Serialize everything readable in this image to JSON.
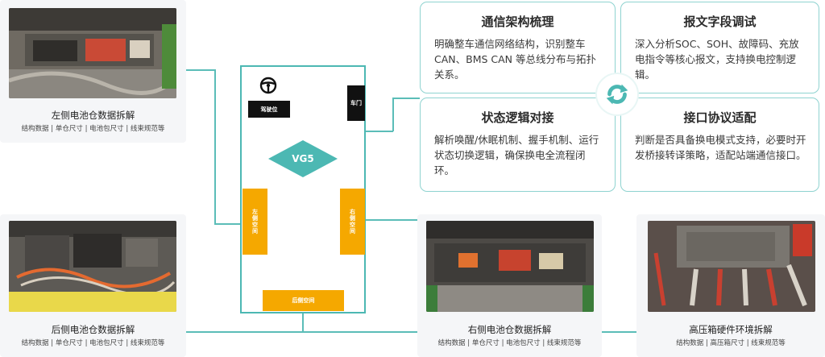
{
  "bays": {
    "left": {
      "title": "左侧电池仓数据拆解",
      "sub": "结构数据 | 单仓尺寸 | 电池包尺寸 | 线束规范等"
    },
    "rear": {
      "title": "后侧电池仓数据拆解",
      "sub": "结构数据 | 单仓尺寸 | 电池包尺寸 | 线束规范等"
    },
    "right": {
      "title": "右侧电池仓数据拆解",
      "sub": "结构数据 | 单仓尺寸 | 电池包尺寸 | 线束规范等"
    },
    "hv": {
      "title": "高压箱硬件环境拆解",
      "sub": "结构数据 | 高压箱尺寸 | 线束规范等"
    }
  },
  "vehicle": {
    "driver_seat": "驾驶位",
    "door": "车门",
    "core": "VG5",
    "left_space": "左侧空间",
    "right_space": "右侧空间",
    "rear_space": "后侧空间"
  },
  "cards": [
    {
      "title": "通信架构梳理",
      "desc": "明确整车通信网络结构，识别整车 CAN、BMS CAN 等总线分布与拓扑关系。"
    },
    {
      "title": "报文字段调试",
      "desc": "深入分析SOC、SOH、故障码、充放电指令等核心报文，支持换电控制逻辑。"
    },
    {
      "title": "状态逻辑对接",
      "desc": "解析唤醒/休眠机制、握手机制、运行状态切换逻辑，确保换电全流程闭环。"
    },
    {
      "title": "接口协议适配",
      "desc": "判断是否具备换电模式支持，必要时开发桥接转译策略，适配站端通信接口。"
    }
  ],
  "colors": {
    "accent": "#4cb8b3",
    "orange": "#f5a800",
    "border": "#8fd3d0",
    "dark": "#111111"
  },
  "icons": {
    "steering": "steering-wheel-icon",
    "cycle": "refresh-cycle-icon"
  }
}
